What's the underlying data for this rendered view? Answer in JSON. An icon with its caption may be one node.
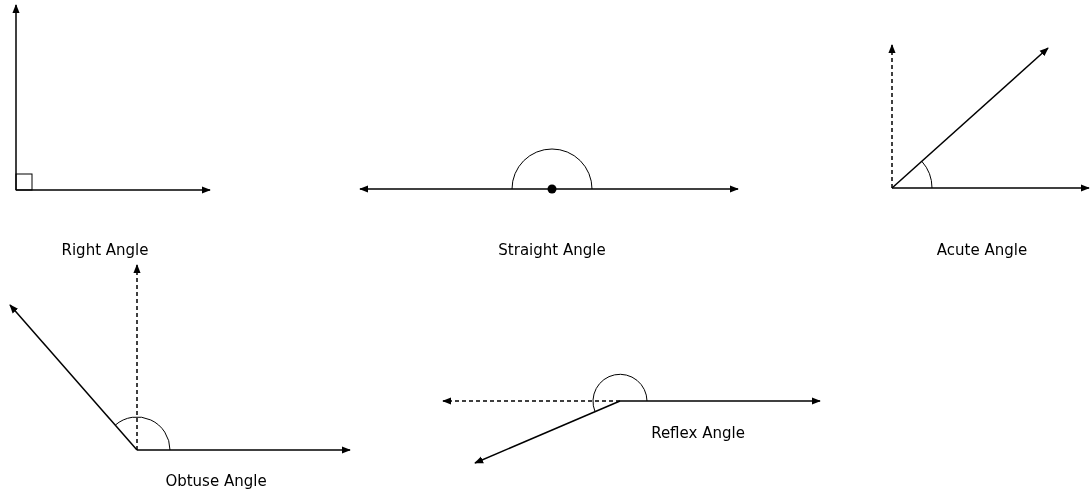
{
  "diagram": {
    "labels": [
      "Right Angle",
      "Straight Angle",
      "Acute Angle",
      "Obtuse Angle",
      "Reflex Angle"
    ]
  }
}
